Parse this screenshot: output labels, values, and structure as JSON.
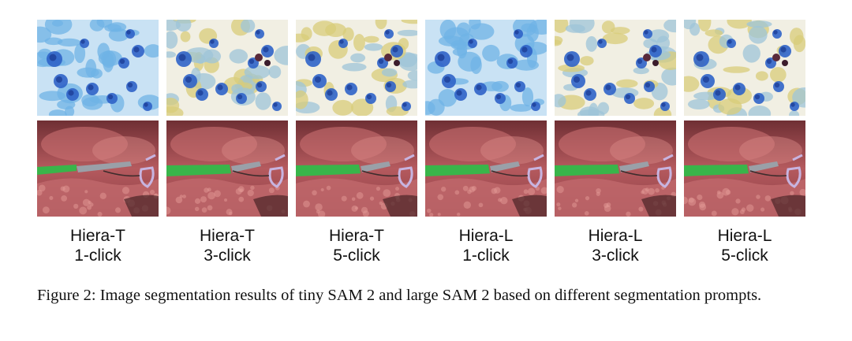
{
  "figure": {
    "columns": [
      {
        "model": "Hiera-T",
        "prompt": "1-click",
        "overlay": "blue",
        "tissue_mask": "thin"
      },
      {
        "model": "Hiera-T",
        "prompt": "3-click",
        "overlay": "yellow",
        "tissue_mask": "partial"
      },
      {
        "model": "Hiera-T",
        "prompt": "5-click",
        "overlay": "yellow",
        "tissue_mask": "full"
      },
      {
        "model": "Hiera-L",
        "prompt": "1-click",
        "overlay": "blue",
        "tissue_mask": "full"
      },
      {
        "model": "Hiera-L",
        "prompt": "3-click",
        "overlay": "yellow",
        "tissue_mask": "full"
      },
      {
        "model": "Hiera-L",
        "prompt": "5-click",
        "overlay": "yellow",
        "tissue_mask": "full"
      }
    ],
    "caption": "Figure 2: Image segmentation results of tiny SAM 2 and large SAM 2 based on different segmentation prompts.",
    "colors": {
      "mask_blue": "#6fb3e6",
      "mask_yellow": "#d8cc7a",
      "cell_blue": "#2f63c8",
      "tissue": "#b8575c",
      "tool_green": "#39b54a"
    }
  }
}
